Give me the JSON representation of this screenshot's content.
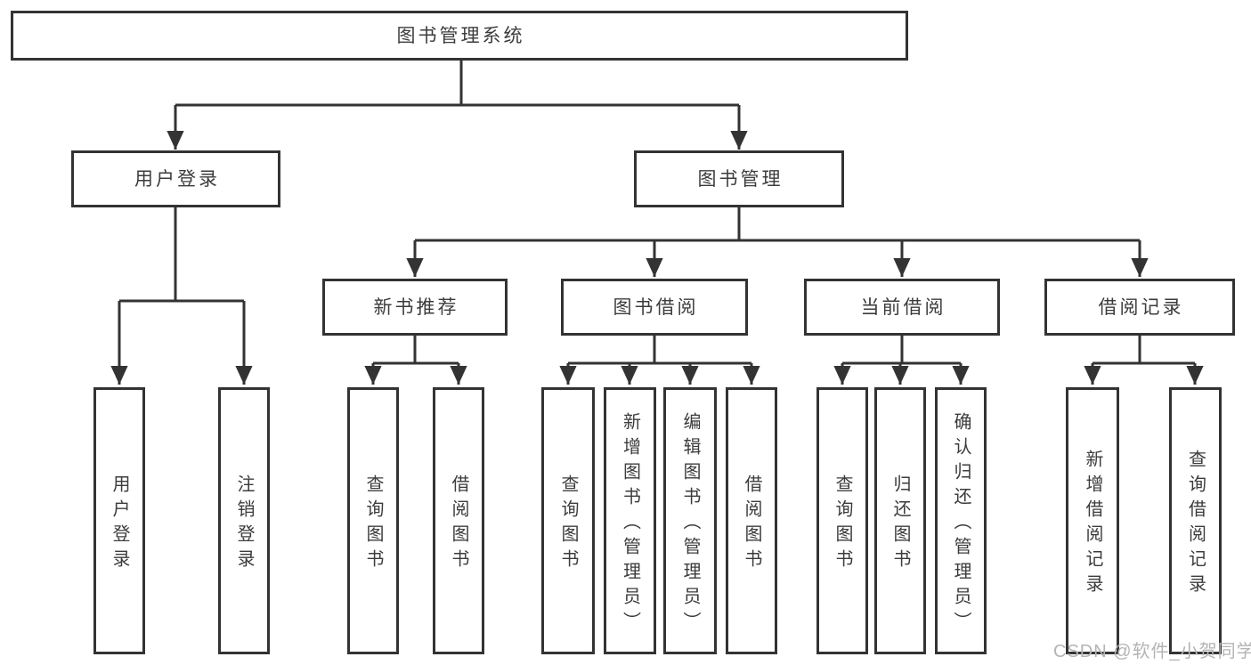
{
  "diagram": {
    "title": "图书管理系统",
    "root": {
      "label": "图书管理系统"
    },
    "branches": [
      {
        "label": "用户登录",
        "children": [
          {
            "label": "用户登录"
          },
          {
            "label": "注销登录"
          }
        ]
      },
      {
        "label": "图书管理",
        "children": [
          {
            "label": "新书推荐",
            "children": [
              {
                "label": "查询图书"
              },
              {
                "label": "借阅图书"
              }
            ]
          },
          {
            "label": "图书借阅",
            "children": [
              {
                "label": "查询图书"
              },
              {
                "label": "新增图书（管理员）"
              },
              {
                "label": "编辑图书（管理员）"
              },
              {
                "label": "借阅图书"
              }
            ]
          },
          {
            "label": "当前借阅",
            "children": [
              {
                "label": "查询图书"
              },
              {
                "label": "归还图书"
              },
              {
                "label": "确认归还（管理员）"
              }
            ]
          },
          {
            "label": "借阅记录",
            "children": [
              {
                "label": "新增借阅记录"
              },
              {
                "label": "查询借阅记录"
              }
            ]
          }
        ]
      }
    ]
  },
  "watermark": "CSDN @软件_小贺同学",
  "colors": {
    "line": "#333333",
    "text": "#3c3c3c",
    "watermark": "#b4b4b4"
  }
}
